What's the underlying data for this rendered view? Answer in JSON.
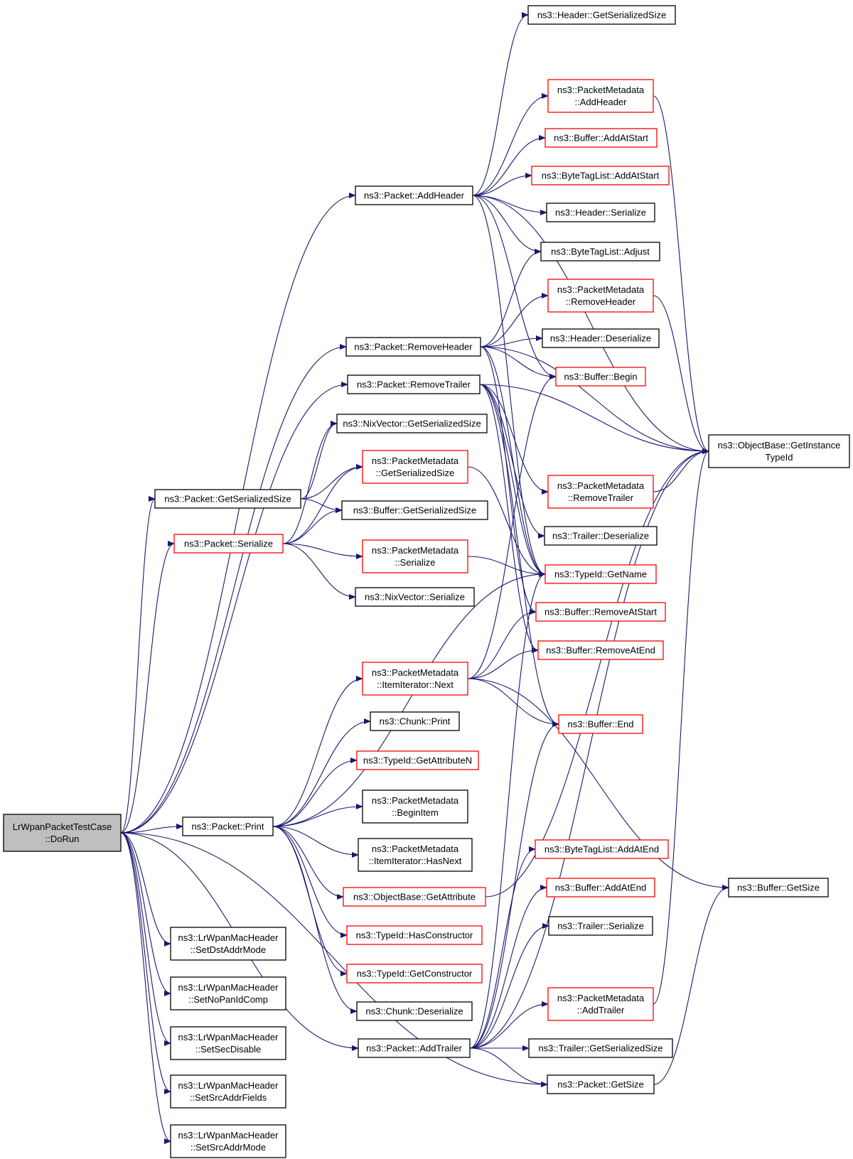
{
  "colors": {
    "edge": "#191970",
    "node_border_default": "#000000",
    "node_border_truncated": "#ff0000",
    "root_fill": "#bfbfbf",
    "node_fill": "#ffffff"
  },
  "nodes": [
    {
      "id": "root",
      "lines": [
        "LrWpanPacketTestCase",
        "::DoRun"
      ],
      "style": "root"
    },
    {
      "id": "addheader",
      "lines": [
        "ns3::Packet::AddHeader"
      ],
      "style": "black"
    },
    {
      "id": "removeheader",
      "lines": [
        "ns3::Packet::RemoveHeader"
      ],
      "style": "black"
    },
    {
      "id": "removetrailer",
      "lines": [
        "ns3::Packet::RemoveTrailer"
      ],
      "style": "black"
    },
    {
      "id": "getserializedsize",
      "lines": [
        "ns3::Packet::GetSerializedSize"
      ],
      "style": "black"
    },
    {
      "id": "serialize",
      "lines": [
        "ns3::Packet::Serialize"
      ],
      "style": "red"
    },
    {
      "id": "print",
      "lines": [
        "ns3::Packet::Print"
      ],
      "style": "black"
    },
    {
      "id": "setdst",
      "lines": [
        "ns3::LrWpanMacHeader",
        "::SetDstAddrMode"
      ],
      "style": "black"
    },
    {
      "id": "setnopan",
      "lines": [
        "ns3::LrWpanMacHeader",
        "::SetNoPanIdComp"
      ],
      "style": "black"
    },
    {
      "id": "setsec",
      "lines": [
        "ns3::LrWpanMacHeader",
        "::SetSecDisable"
      ],
      "style": "black"
    },
    {
      "id": "setsrcfields",
      "lines": [
        "ns3::LrWpanMacHeader",
        "::SetSrcAddrFields"
      ],
      "style": "black"
    },
    {
      "id": "setsrcmode",
      "lines": [
        "ns3::LrWpanMacHeader",
        "::SetSrcAddrMode"
      ],
      "style": "black"
    },
    {
      "id": "addtrailer",
      "lines": [
        "ns3::Packet::AddTrailer"
      ],
      "style": "black"
    },
    {
      "id": "nixgss",
      "lines": [
        "ns3::NixVector::GetSerializedSize"
      ],
      "style": "black"
    },
    {
      "id": "pmgss",
      "lines": [
        "ns3::PacketMetadata",
        "::GetSerializedSize"
      ],
      "style": "red"
    },
    {
      "id": "bufgss",
      "lines": [
        "ns3::Buffer::GetSerializedSize"
      ],
      "style": "black"
    },
    {
      "id": "pmser",
      "lines": [
        "ns3::PacketMetadata",
        "::Serialize"
      ],
      "style": "red"
    },
    {
      "id": "nixser",
      "lines": [
        "ns3::NixVector::Serialize"
      ],
      "style": "black"
    },
    {
      "id": "pmnext",
      "lines": [
        "ns3::PacketMetadata",
        "::ItemIterator::Next"
      ],
      "style": "red"
    },
    {
      "id": "chunkprint",
      "lines": [
        "ns3::Chunk::Print"
      ],
      "style": "black"
    },
    {
      "id": "getattrn",
      "lines": [
        "ns3::TypeId::GetAttributeN"
      ],
      "style": "red"
    },
    {
      "id": "pmbeginitem",
      "lines": [
        "ns3::PacketMetadata",
        "::BeginItem"
      ],
      "style": "black"
    },
    {
      "id": "pmhasnext",
      "lines": [
        "ns3::PacketMetadata",
        "::ItemIterator::HasNext"
      ],
      "style": "black"
    },
    {
      "id": "obgetattr",
      "lines": [
        "ns3::ObjectBase::GetAttribute"
      ],
      "style": "red"
    },
    {
      "id": "hasctor",
      "lines": [
        "ns3::TypeId::HasConstructor"
      ],
      "style": "red"
    },
    {
      "id": "getctor",
      "lines": [
        "ns3::TypeId::GetConstructor"
      ],
      "style": "red"
    },
    {
      "id": "chunkdeser",
      "lines": [
        "ns3::Chunk::Deserialize"
      ],
      "style": "black"
    },
    {
      "id": "hdrgss",
      "lines": [
        "ns3::Header::GetSerializedSize"
      ],
      "style": "black"
    },
    {
      "id": "pmaddheader",
      "lines": [
        "ns3::PacketMetadata",
        "::AddHeader"
      ],
      "style": "red"
    },
    {
      "id": "bufaddatstart",
      "lines": [
        "ns3::Buffer::AddAtStart"
      ],
      "style": "red"
    },
    {
      "id": "btladdatstart",
      "lines": [
        "ns3::ByteTagList::AddAtStart"
      ],
      "style": "red"
    },
    {
      "id": "hdrser",
      "lines": [
        "ns3::Header::Serialize"
      ],
      "style": "black"
    },
    {
      "id": "btladjust",
      "lines": [
        "ns3::ByteTagList::Adjust"
      ],
      "style": "black"
    },
    {
      "id": "pmremoveheader",
      "lines": [
        "ns3::PacketMetadata",
        "::RemoveHeader"
      ],
      "style": "red"
    },
    {
      "id": "hdrdeser",
      "lines": [
        "ns3::Header::Deserialize"
      ],
      "style": "black"
    },
    {
      "id": "bufbegin",
      "lines": [
        "ns3::Buffer::Begin"
      ],
      "style": "red"
    },
    {
      "id": "pmremovetrailer",
      "lines": [
        "ns3::PacketMetadata",
        "::RemoveTrailer"
      ],
      "style": "red"
    },
    {
      "id": "trldeser",
      "lines": [
        "ns3::Trailer::Deserialize"
      ],
      "style": "black"
    },
    {
      "id": "tidgetname",
      "lines": [
        "ns3::TypeId::GetName"
      ],
      "style": "red"
    },
    {
      "id": "bufremstart",
      "lines": [
        "ns3::Buffer::RemoveAtStart"
      ],
      "style": "red"
    },
    {
      "id": "bufremend",
      "lines": [
        "ns3::Buffer::RemoveAtEnd"
      ],
      "style": "red"
    },
    {
      "id": "bufend",
      "lines": [
        "ns3::Buffer::End"
      ],
      "style": "red"
    },
    {
      "id": "btladdatend",
      "lines": [
        "ns3::ByteTagList::AddAtEnd"
      ],
      "style": "red"
    },
    {
      "id": "bufaddatend",
      "lines": [
        "ns3::Buffer::AddAtEnd"
      ],
      "style": "red"
    },
    {
      "id": "trlser",
      "lines": [
        "ns3::Trailer::Serialize"
      ],
      "style": "black"
    },
    {
      "id": "pmaddtrailer",
      "lines": [
        "ns3::PacketMetadata",
        "::AddTrailer"
      ],
      "style": "red"
    },
    {
      "id": "trlgss",
      "lines": [
        "ns3::Trailer::GetSerializedSize"
      ],
      "style": "black"
    },
    {
      "id": "pktgetsize",
      "lines": [
        "ns3::Packet::GetSize"
      ],
      "style": "black"
    },
    {
      "id": "obgit",
      "lines": [
        "ns3::ObjectBase::GetInstance",
        "TypeId"
      ],
      "style": "black"
    },
    {
      "id": "bufgetsize",
      "lines": [
        "ns3::Buffer::GetSize"
      ],
      "style": "black"
    }
  ],
  "edges": [
    [
      "root",
      "addheader"
    ],
    [
      "root",
      "removeheader"
    ],
    [
      "root",
      "removetrailer"
    ],
    [
      "root",
      "getserializedsize"
    ],
    [
      "root",
      "serialize"
    ],
    [
      "root",
      "print"
    ],
    [
      "root",
      "setdst"
    ],
    [
      "root",
      "setnopan"
    ],
    [
      "root",
      "setsec"
    ],
    [
      "root",
      "setsrcfields"
    ],
    [
      "root",
      "setsrcmode"
    ],
    [
      "root",
      "addtrailer"
    ],
    [
      "root",
      "pktgetsize"
    ],
    [
      "addheader",
      "hdrgss"
    ],
    [
      "addheader",
      "obgit"
    ],
    [
      "addheader",
      "pmaddheader"
    ],
    [
      "addheader",
      "bufaddatstart"
    ],
    [
      "addheader",
      "btladdatstart"
    ],
    [
      "addheader",
      "hdrser"
    ],
    [
      "addheader",
      "btladjust"
    ],
    [
      "addheader",
      "bufbegin"
    ],
    [
      "addheader",
      "tidgetname"
    ],
    [
      "removeheader",
      "btladjust"
    ],
    [
      "removeheader",
      "pmremoveheader"
    ],
    [
      "removeheader",
      "hdrdeser"
    ],
    [
      "removeheader",
      "bufbegin"
    ],
    [
      "removeheader",
      "obgit"
    ],
    [
      "removeheader",
      "tidgetname"
    ],
    [
      "removeheader",
      "bufremstart"
    ],
    [
      "removetrailer",
      "obgit"
    ],
    [
      "removetrailer",
      "pmremovetrailer"
    ],
    [
      "removetrailer",
      "trldeser"
    ],
    [
      "removetrailer",
      "tidgetname"
    ],
    [
      "removetrailer",
      "bufremend"
    ],
    [
      "removetrailer",
      "bufend"
    ],
    [
      "getserializedsize",
      "nixgss"
    ],
    [
      "getserializedsize",
      "pmgss"
    ],
    [
      "getserializedsize",
      "bufgss"
    ],
    [
      "serialize",
      "nixgss"
    ],
    [
      "serialize",
      "pmgss"
    ],
    [
      "serialize",
      "bufgss"
    ],
    [
      "serialize",
      "pmser"
    ],
    [
      "serialize",
      "nixser"
    ],
    [
      "pmgss",
      "tidgetname"
    ],
    [
      "pmser",
      "tidgetname"
    ],
    [
      "pmaddheader",
      "obgit"
    ],
    [
      "pmremoveheader",
      "obgit"
    ],
    [
      "pmremovetrailer",
      "obgit"
    ],
    [
      "pmaddtrailer",
      "obgit"
    ],
    [
      "print",
      "pmnext"
    ],
    [
      "print",
      "chunkprint"
    ],
    [
      "print",
      "getattrn"
    ],
    [
      "print",
      "pmbeginitem"
    ],
    [
      "print",
      "pmhasnext"
    ],
    [
      "print",
      "obgetattr"
    ],
    [
      "print",
      "hasctor"
    ],
    [
      "print",
      "getctor"
    ],
    [
      "print",
      "chunkdeser"
    ],
    [
      "print",
      "tidgetname"
    ],
    [
      "pmnext",
      "bufbegin"
    ],
    [
      "pmnext",
      "bufremstart"
    ],
    [
      "pmnext",
      "bufremend"
    ],
    [
      "pmnext",
      "bufend"
    ],
    [
      "pmnext",
      "bufgetsize"
    ],
    [
      "obgetattr",
      "obgit"
    ],
    [
      "addtrailer",
      "btladdatend"
    ],
    [
      "addtrailer",
      "bufaddatend"
    ],
    [
      "addtrailer",
      "trlser"
    ],
    [
      "addtrailer",
      "pmaddtrailer"
    ],
    [
      "addtrailer",
      "trlgss"
    ],
    [
      "addtrailer",
      "pktgetsize"
    ],
    [
      "addtrailer",
      "obgit"
    ],
    [
      "addtrailer",
      "bufend"
    ],
    [
      "addtrailer",
      "tidgetname"
    ],
    [
      "pktgetsize",
      "bufgetsize"
    ]
  ]
}
